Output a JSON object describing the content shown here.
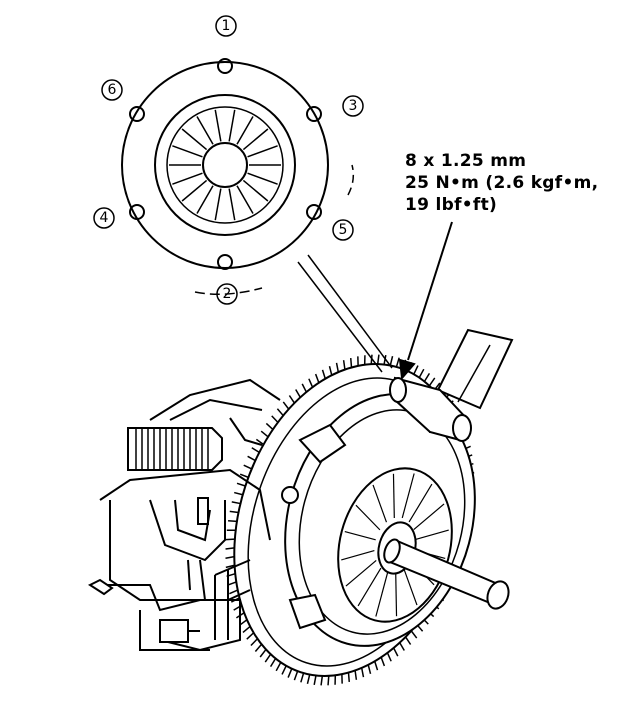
{
  "spec": {
    "line1": "8 x 1.25 mm",
    "line2": "25 N•m (2.6 kgf•m,",
    "line3": "19 lbf•ft)"
  },
  "sequence": [
    "1",
    "2",
    "3",
    "4",
    "5",
    "6"
  ]
}
